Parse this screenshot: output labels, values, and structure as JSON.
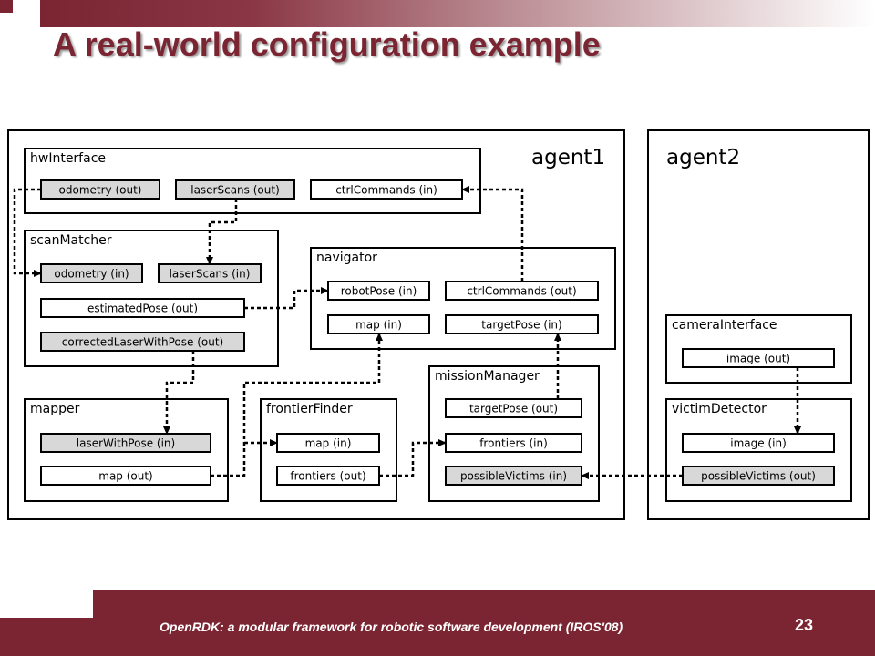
{
  "slide": {
    "title": "A real-world configuration example",
    "footer": "OpenRDK: a modular framework for robotic software development (IROS'08)",
    "page_number": "23",
    "colors": {
      "accent": "#7b2532",
      "port_gray": "#d8d8d8"
    }
  },
  "diagram": {
    "agents": [
      {
        "id": "agent1",
        "label": "agent1"
      },
      {
        "id": "agent2",
        "label": "agent2"
      }
    ],
    "modules": [
      {
        "id": "hwInterface",
        "label": "hwInterface",
        "agent": "agent1",
        "ports": [
          {
            "id": "hw-odometry",
            "label": "odometry (out)",
            "shaded": true
          },
          {
            "id": "hw-laserScans",
            "label": "laserScans (out)",
            "shaded": true
          },
          {
            "id": "hw-ctrlCommands",
            "label": "ctrlCommands (in)",
            "shaded": false
          }
        ]
      },
      {
        "id": "scanMatcher",
        "label": "scanMatcher",
        "agent": "agent1",
        "ports": [
          {
            "id": "sm-odometry",
            "label": "odometry (in)",
            "shaded": true
          },
          {
            "id": "sm-laserScans",
            "label": "laserScans (in)",
            "shaded": true
          },
          {
            "id": "sm-estimatedPose",
            "label": "estimatedPose (out)",
            "shaded": false
          },
          {
            "id": "sm-correctedLaser",
            "label": "correctedLaserWithPose (out)",
            "shaded": true
          }
        ]
      },
      {
        "id": "navigator",
        "label": "navigator",
        "agent": "agent1",
        "ports": [
          {
            "id": "nav-robotPose",
            "label": "robotPose (in)",
            "shaded": false
          },
          {
            "id": "nav-ctrlCommands",
            "label": "ctrlCommands (out)",
            "shaded": false
          },
          {
            "id": "nav-map",
            "label": "map (in)",
            "shaded": false
          },
          {
            "id": "nav-targetPose",
            "label": "targetPose (in)",
            "shaded": false
          }
        ]
      },
      {
        "id": "mapper",
        "label": "mapper",
        "agent": "agent1",
        "ports": [
          {
            "id": "map-laserWithPose",
            "label": "laserWithPose (in)",
            "shaded": true
          },
          {
            "id": "map-map",
            "label": "map (out)",
            "shaded": false
          }
        ]
      },
      {
        "id": "frontierFinder",
        "label": "frontierFinder",
        "agent": "agent1",
        "ports": [
          {
            "id": "ff-map",
            "label": "map (in)",
            "shaded": false
          },
          {
            "id": "ff-frontiers",
            "label": "frontiers (out)",
            "shaded": false
          }
        ]
      },
      {
        "id": "missionManager",
        "label": "missionManager",
        "agent": "agent1",
        "ports": [
          {
            "id": "mm-targetPose",
            "label": "targetPose (out)",
            "shaded": false
          },
          {
            "id": "mm-frontiers",
            "label": "frontiers (in)",
            "shaded": false
          },
          {
            "id": "mm-possibleVictims",
            "label": "possibleVictims (in)",
            "shaded": true
          }
        ]
      },
      {
        "id": "cameraInterface",
        "label": "cameraInterface",
        "agent": "agent2",
        "ports": [
          {
            "id": "ci-image",
            "label": "image (out)",
            "shaded": false
          }
        ]
      },
      {
        "id": "victimDetector",
        "label": "victimDetector",
        "agent": "agent2",
        "ports": [
          {
            "id": "vd-image",
            "label": "image (in)",
            "shaded": false
          },
          {
            "id": "vd-possibleVictims",
            "label": "possibleVictims (out)",
            "shaded": true
          }
        ]
      }
    ],
    "connections": [
      {
        "from": "hw-odometry",
        "to": "sm-odometry"
      },
      {
        "from": "hw-laserScans",
        "to": "sm-laserScans"
      },
      {
        "from": "nav-ctrlCommands",
        "to": "hw-ctrlCommands"
      },
      {
        "from": "sm-estimatedPose",
        "to": "nav-robotPose"
      },
      {
        "from": "sm-correctedLaser",
        "to": "map-laserWithPose"
      },
      {
        "from": "map-map",
        "to": "nav-map"
      },
      {
        "from": "map-map",
        "to": "ff-map"
      },
      {
        "from": "ff-frontiers",
        "to": "mm-frontiers"
      },
      {
        "from": "mm-targetPose",
        "to": "nav-targetPose"
      },
      {
        "from": "ci-image",
        "to": "vd-image"
      },
      {
        "from": "vd-possibleVictims",
        "to": "mm-possibleVictims"
      }
    ]
  }
}
